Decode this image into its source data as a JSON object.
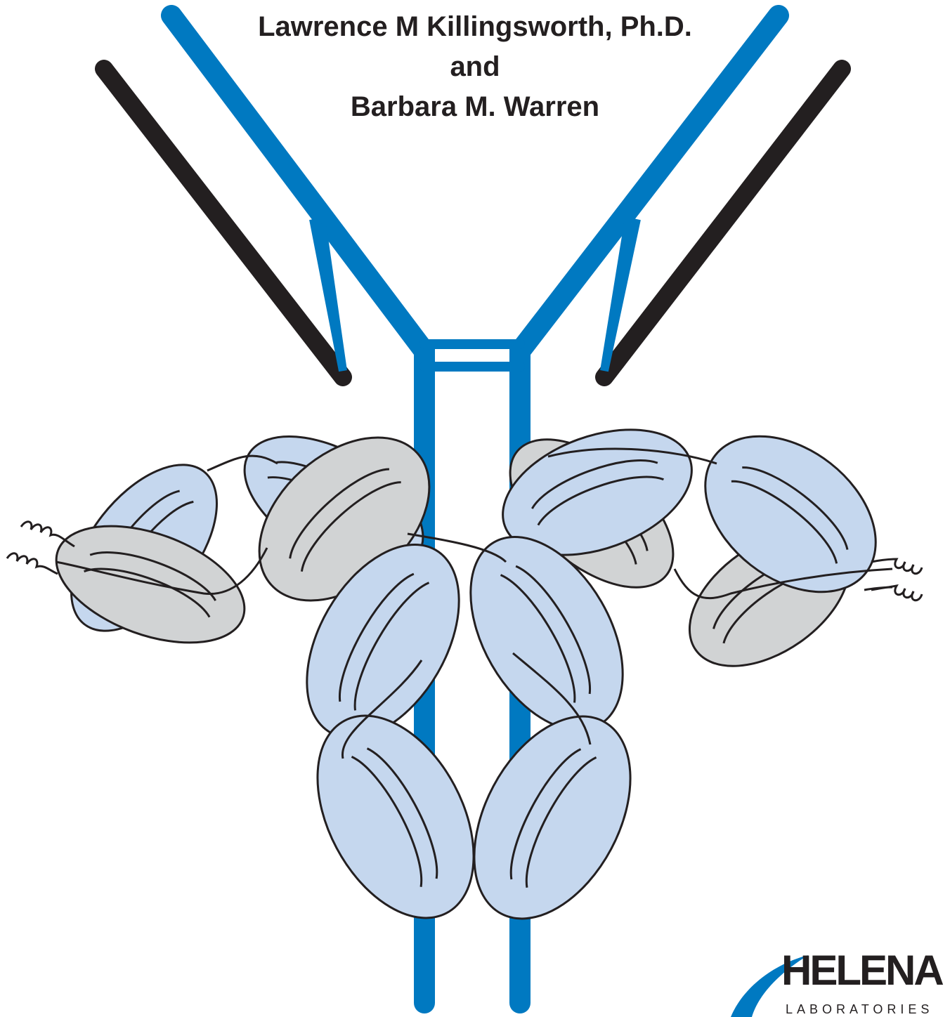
{
  "cover": {
    "author_line_1": "Lawrence M Killingsworth, Ph.D.",
    "connector": "and",
    "author_line_2": "Barbara M. Warren"
  },
  "logo": {
    "wordmark": "HELENA",
    "subtitle": "LABORATORIES"
  },
  "colors": {
    "heavy_chain_blue": "#0079c1",
    "light_chain_black": "#231f20",
    "domain_blue_fill": "#c5d7ee",
    "domain_gray_fill": "#d1d3d4",
    "outline": "#231f20"
  }
}
